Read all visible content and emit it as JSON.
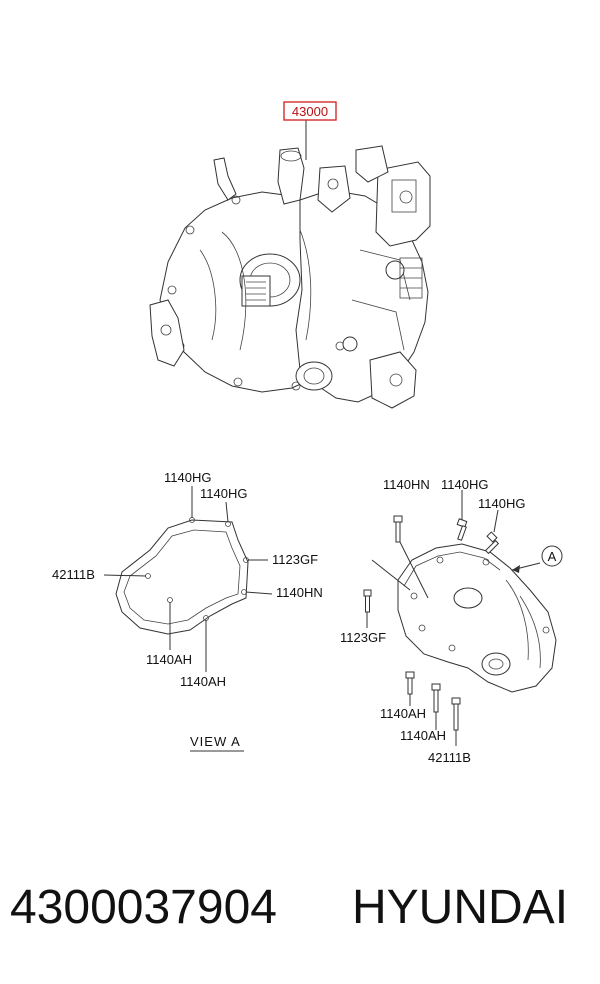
{
  "main_assembly": {
    "part_ref": "43000",
    "highlight_color": "#d42a2a"
  },
  "view_a": {
    "title": "VIEW A",
    "labels": {
      "bolt_top_1": "1140HG",
      "bolt_top_2": "1140HG",
      "bracket_right": "1123GF",
      "bolt_right": "1140HN",
      "gasket_left": "42111B",
      "bolt_bottom_1": "1140AH",
      "bolt_bottom_2": "1140AH"
    }
  },
  "exploded": {
    "callout": "A",
    "labels": {
      "bolt_hn": "1140HN",
      "bolt_hg_1": "1140HG",
      "bolt_hg_2": "1140HG",
      "bracket": "1123GF",
      "bolt_ah_1": "1140AH",
      "bolt_ah_2": "1140AH",
      "gasket": "42111B"
    }
  },
  "footer": {
    "part_number": "4300037904",
    "brand": "HYUNDAI"
  }
}
